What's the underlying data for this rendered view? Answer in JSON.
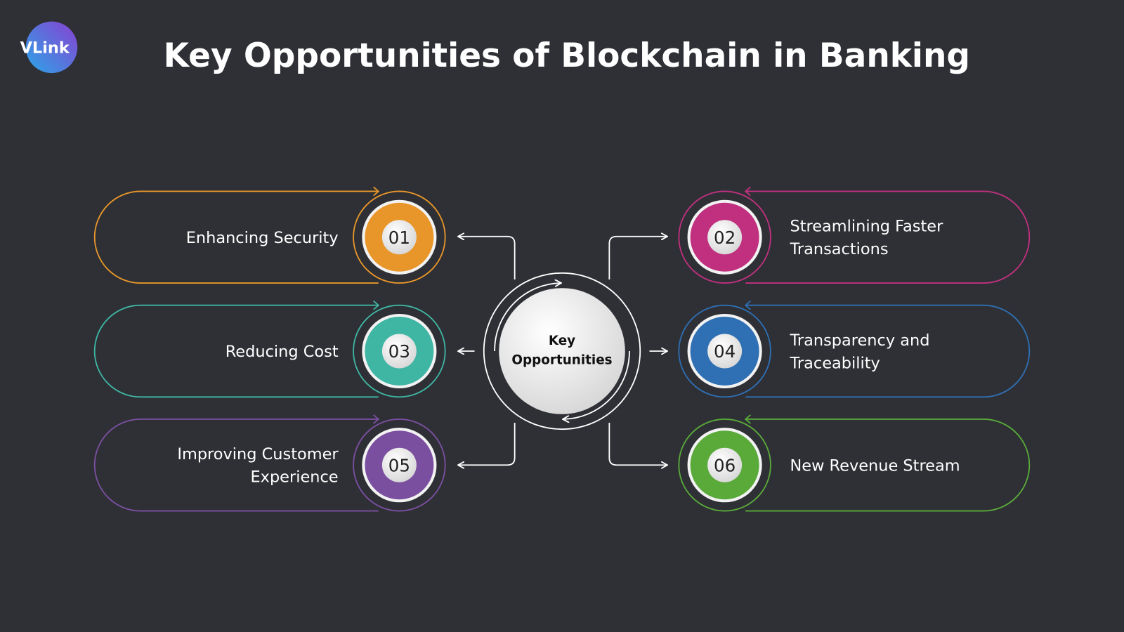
{
  "logo": {
    "text": "VLink"
  },
  "title": "Key Opportunities of Blockchain in Banking",
  "center": {
    "line1": "Key",
    "line2": "Opportunities"
  },
  "items": [
    {
      "num": "01",
      "lines": [
        "Enhancing Security"
      ],
      "color": "#e8962a"
    },
    {
      "num": "02",
      "lines": [
        "Streamlining Faster",
        "Transactions"
      ],
      "color": "#c0307f"
    },
    {
      "num": "03",
      "lines": [
        "Reducing Cost"
      ],
      "color": "#3fb5a3"
    },
    {
      "num": "04",
      "lines": [
        "Transparency and",
        "Traceability"
      ],
      "color": "#2f6fb3"
    },
    {
      "num": "05",
      "lines": [
        "Improving Customer",
        "Experience"
      ],
      "color": "#7b4fa0"
    },
    {
      "num": "06",
      "lines": [
        "New Revenue Stream"
      ],
      "color": "#5aaa3a"
    }
  ]
}
